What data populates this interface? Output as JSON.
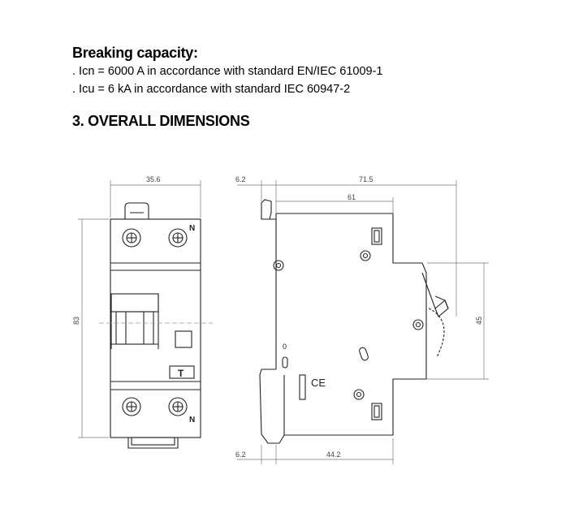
{
  "breaking": {
    "title": "Breaking capacity:",
    "line1": ". Icn = 6000 A in accordance with standard EN/IEC 61009-1",
    "line2": ". Icu = 6 kA in accordance with standard IEC 60947-2"
  },
  "section": {
    "title": "3. OVERALL DIMENSIONS"
  },
  "drawing": {
    "dim_width_front": "35.6",
    "dim_height_front": "83",
    "dim_top_offset": "6.2",
    "dim_total_depth": "71.5",
    "dim_depth_61": "61",
    "dim_height_side": "45",
    "dim_bottom_offset": "6.2",
    "dim_bottom_depth": "44.2",
    "terminal_label_top": "N",
    "terminal_label_bottom": "N",
    "test_button_label": "T",
    "ce_mark": "CE",
    "indicator_zero": "0"
  }
}
